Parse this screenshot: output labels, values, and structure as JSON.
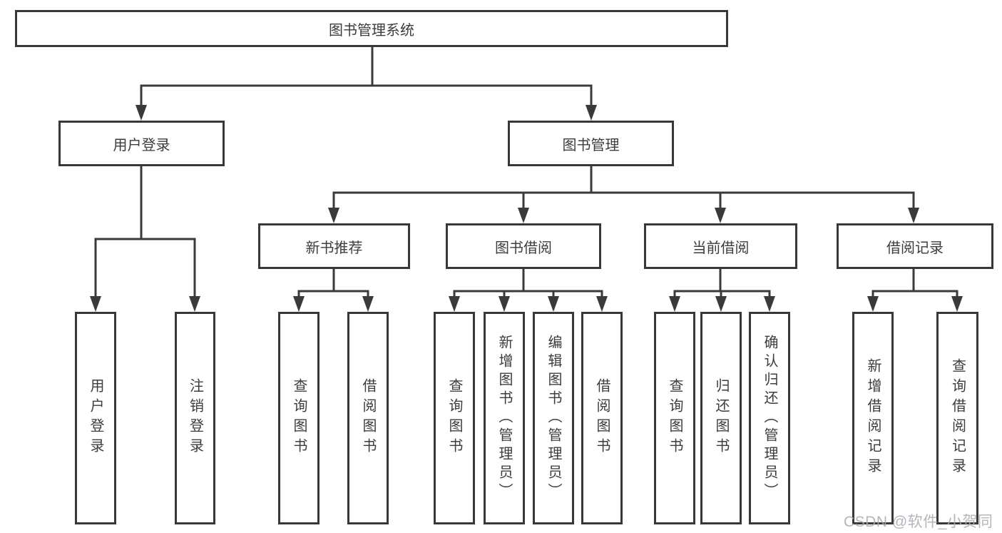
{
  "diagram": {
    "root": {
      "label": "图书管理系统"
    },
    "level2": [
      {
        "id": "user-login",
        "label": "用户登录"
      },
      {
        "id": "book-management",
        "label": "图书管理"
      }
    ],
    "level3": [
      {
        "id": "new-book-recommend",
        "label": "新书推荐"
      },
      {
        "id": "book-borrow",
        "label": "图书借阅"
      },
      {
        "id": "current-borrow",
        "label": "当前借阅"
      },
      {
        "id": "borrow-record",
        "label": "借阅记录"
      }
    ],
    "leaves": {
      "user_login": [
        "用户登录",
        "注销登录"
      ],
      "new_book_recommend": [
        "查询图书",
        "借阅图书"
      ],
      "book_borrow": [
        "查询图书",
        "新增图书（管理员）",
        "编辑图书（管理员）",
        "借阅图书"
      ],
      "current_borrow": [
        "查询图书",
        "归还图书",
        "确认归还（管理员）"
      ],
      "borrow_record": [
        "新增借阅记录",
        "查询借阅记录"
      ]
    },
    "colors": {
      "line": "#3a3a3a",
      "border": "#383838",
      "text": "#3c3c3c",
      "background": "#ffffff",
      "watermark": "#a8a8b0"
    },
    "watermark": {
      "text": "CSDN @软件_小贺同学"
    }
  }
}
